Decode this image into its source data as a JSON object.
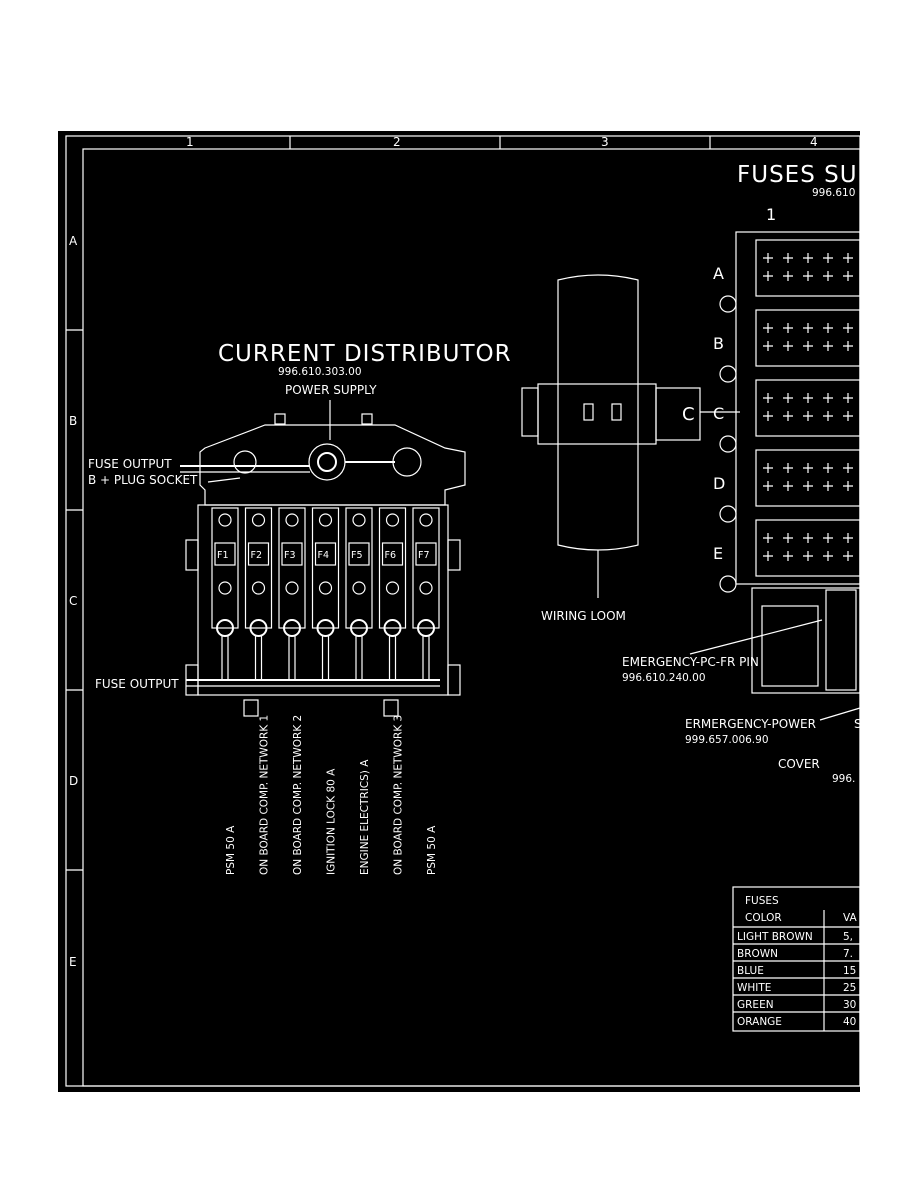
{
  "grid": {
    "columns": [
      "1",
      "2",
      "3",
      "4"
    ],
    "rows": [
      "A",
      "B",
      "C",
      "D",
      "E"
    ]
  },
  "fuses_supply": {
    "title": "FUSES SU",
    "part_number": "996.610",
    "column_label": "1",
    "row_labels": [
      "A",
      "B",
      "C",
      "D",
      "E"
    ]
  },
  "current_distributor": {
    "title": "CURRENT DISTRIBUTOR",
    "part_number": "996.610.303.00",
    "power_supply_label": "POWER SUPPLY",
    "fuse_output_top_label": "FUSE OUTPUT",
    "plug_socket_label": "B + PLUG SOCKET",
    "fuse_output_side_label": "FUSE OUTPUT",
    "fuses": [
      "F1",
      "F2",
      "F3",
      "F4",
      "F5",
      "F6",
      "F7"
    ],
    "circuits": [
      {
        "name": "PSM",
        "rating": "50 A"
      },
      {
        "name": "ON BOARD COMP. NETWORK 1",
        "rating": ""
      },
      {
        "name": "ON BOARD COMP. NETWORK 2",
        "rating": ""
      },
      {
        "name": "IGNITION LOCK",
        "rating": "80 A"
      },
      {
        "name": "ENGINE ELECTRICS)",
        "rating": "A"
      },
      {
        "name": "ON BOARD COMP. NETWORK 3",
        "rating": ""
      },
      {
        "name": "PSM",
        "rating": "50 A"
      }
    ]
  },
  "wiring_loom": {
    "label": "WIRING LOOM",
    "connector_label": "C"
  },
  "emergency": {
    "pc_fr_pin_label": "EMERGENCY-PC-FR PIN",
    "pc_fr_pin_part": "996.610.240.00",
    "power_label": "ERMERGENCY-POWER",
    "power_part": "999.657.006.90",
    "power_suffix": "S",
    "cover_label": "COVER",
    "cover_part": "996."
  },
  "fuse_table": {
    "header_line1": "FUSES",
    "header_line2": "COLOR",
    "value_header": "VA",
    "rows": [
      {
        "color": "LIGHT BROWN",
        "value": "5,"
      },
      {
        "color": "BROWN",
        "value": "7."
      },
      {
        "color": "BLUE",
        "value": "15"
      },
      {
        "color": "WHITE",
        "value": "25"
      },
      {
        "color": "GREEN",
        "value": "30"
      },
      {
        "color": "ORANGE",
        "value": "40"
      }
    ]
  }
}
